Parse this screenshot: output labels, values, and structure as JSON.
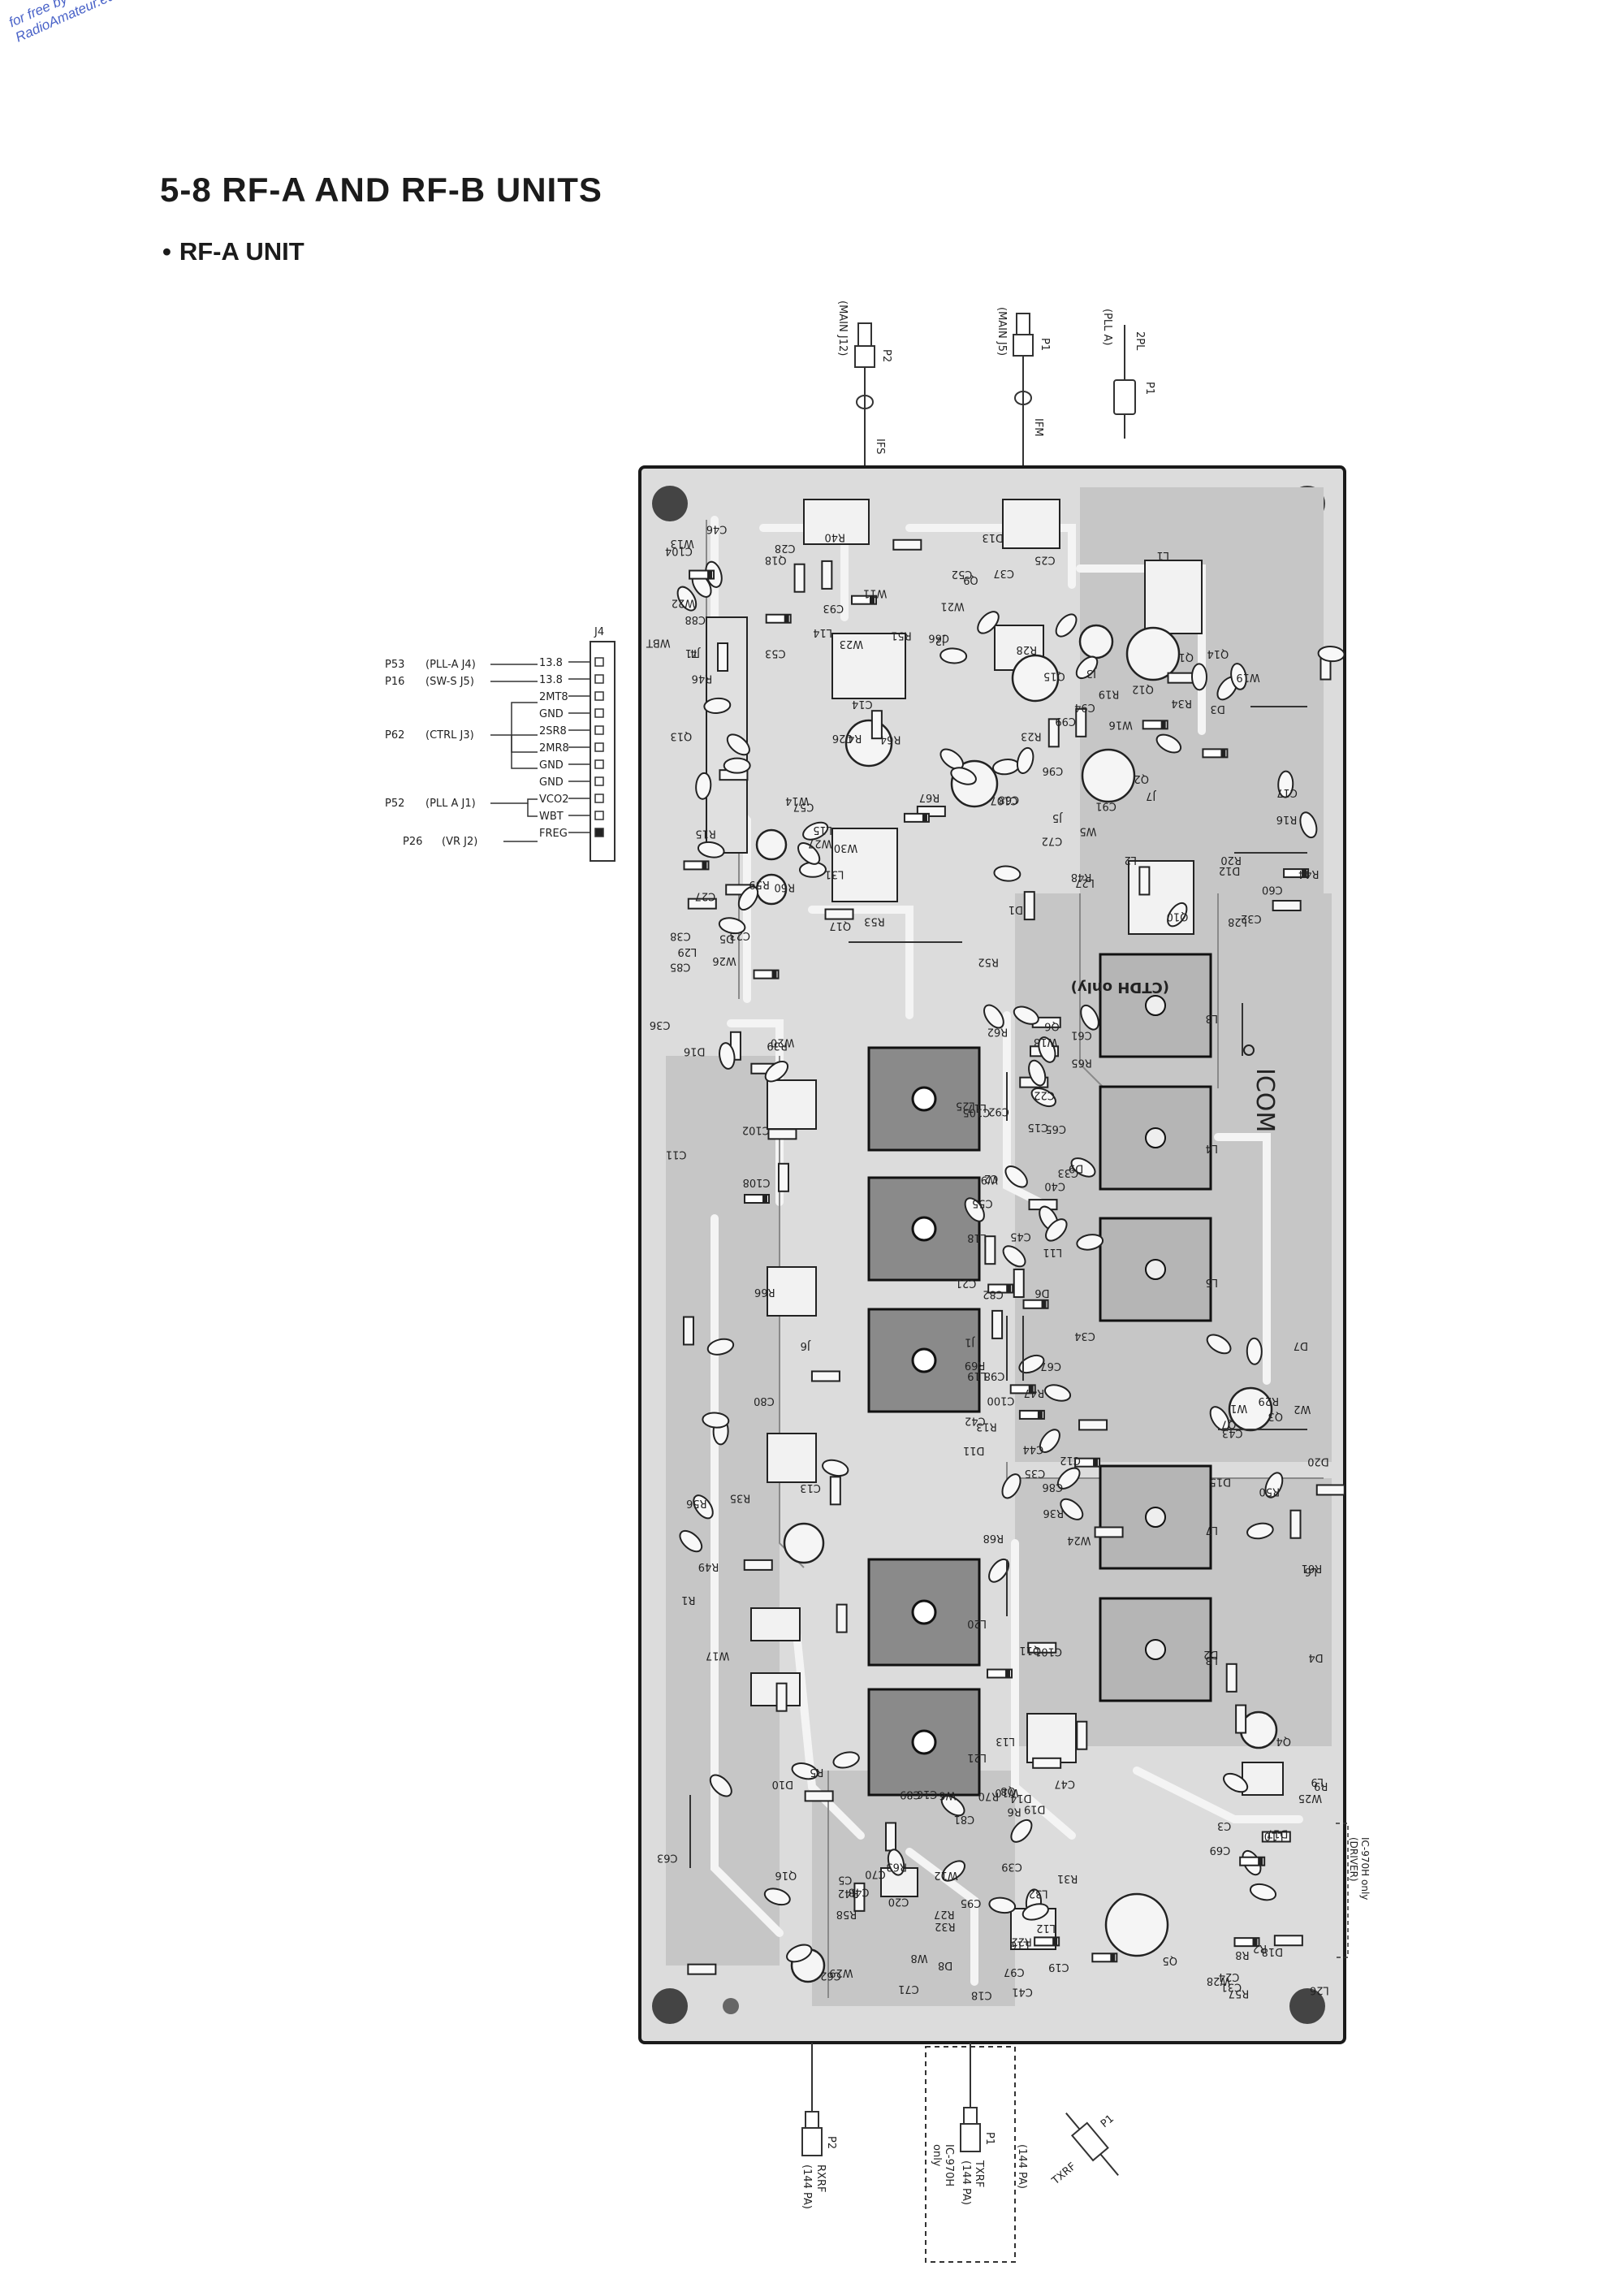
{
  "watermark": {
    "line1": "for free by",
    "line2": "RadioAmateur.eu"
  },
  "section": {
    "number": "5-8",
    "title": "RF-A AND RF-B UNITS"
  },
  "subsection": {
    "bullet": "•",
    "title": "RF-A UNIT"
  },
  "top_connectors": [
    {
      "plug": "P2",
      "dest": "(MAIN J12)",
      "signal": "IFS"
    },
    {
      "plug": "P1",
      "dest": "(MAIN J5)",
      "signal": "IFM"
    },
    {
      "plug": "P1",
      "dest": "(PLL A)",
      "signal": "2PL"
    }
  ],
  "j4": {
    "label": "J4",
    "pins": [
      "13.8",
      "13.8",
      "2MT8",
      "GND",
      "2SR8",
      "2MR8",
      "GND",
      "GND",
      "VCO2",
      "WBT",
      "FREG"
    ],
    "sources": [
      {
        "plug": "P53",
        "dest": "(PLL-A J4)"
      },
      {
        "plug": "P16",
        "dest": "(SW-S J5)"
      },
      {
        "plug": "P62",
        "dest": "(CTRL J3)"
      },
      {
        "plug": "P52",
        "dest": "(PLL A J1)"
      },
      {
        "plug": "P26",
        "dest": "(VR J2)"
      }
    ]
  },
  "board": {
    "logo": "ICOM",
    "stamp": "(CTDH only)",
    "connector_labels": [
      "J1",
      "J2",
      "J3",
      "J4",
      "J5",
      "J6",
      "J7"
    ],
    "coils": [
      "L1",
      "L2",
      "L3",
      "L4",
      "L5",
      "L6",
      "L7",
      "L8",
      "L9",
      "L10",
      "L11",
      "L12",
      "L13",
      "L14",
      "L15",
      "L16",
      "L17",
      "L18",
      "L19",
      "L20",
      "L21",
      "L25",
      "L26",
      "L27",
      "L28",
      "L29",
      "L31",
      "L32"
    ],
    "transistors": [
      "Q1",
      "Q2",
      "Q3",
      "Q4",
      "Q5",
      "Q6",
      "Q7",
      "Q8",
      "Q9",
      "Q10",
      "Q11",
      "Q12",
      "Q13",
      "Q14",
      "Q15",
      "Q16",
      "Q17",
      "Q18"
    ],
    "resistors": [
      "R1",
      "R2",
      "R4",
      "R5",
      "R6",
      "R8",
      "R9",
      "R13",
      "R15",
      "R16",
      "R19",
      "R20",
      "R22",
      "R23",
      "R27",
      "R28",
      "R29",
      "R31",
      "R32",
      "R34",
      "R35",
      "R36",
      "R39",
      "R40",
      "R42",
      "R44",
      "R46",
      "R47",
      "R48",
      "R49",
      "R50",
      "R51",
      "R52",
      "R53",
      "R56",
      "R57",
      "R58",
      "R59",
      "R60",
      "R61",
      "R62",
      "R63",
      "R64",
      "R65",
      "R66",
      "R67",
      "R68",
      "R69",
      "R70"
    ],
    "capacitors": [
      "C2",
      "C3",
      "C5",
      "C11",
      "C12",
      "C13",
      "C14",
      "C15",
      "C16",
      "C17",
      "C18",
      "C19",
      "C20",
      "C21",
      "C22",
      "C23",
      "C24",
      "C25",
      "C26",
      "C27",
      "C28",
      "C31",
      "C32",
      "C33",
      "C34",
      "C35",
      "C36",
      "C37",
      "C38",
      "C39",
      "C40",
      "C41",
      "C42",
      "C43",
      "C44",
      "C45",
      "C46",
      "C47",
      "C48",
      "C52",
      "C53",
      "C55",
      "C57",
      "C60",
      "C61",
      "C62",
      "C63",
      "C65",
      "C66",
      "C67",
      "C68",
      "C69",
      "C70",
      "C71",
      "C72",
      "C80",
      "C81",
      "C82",
      "C85",
      "C86",
      "C88",
      "C89",
      "C91",
      "C92",
      "C93",
      "C94",
      "C95",
      "C96",
      "C97",
      "C98",
      "C99",
      "C100",
      "C101",
      "C102",
      "C104",
      "C105",
      "C107",
      "C108"
    ],
    "diodes": [
      "D1",
      "D2",
      "D3",
      "D4",
      "D5",
      "D6",
      "D7",
      "D8",
      "D9",
      "D10",
      "D11",
      "D12",
      "D13",
      "D14",
      "D15",
      "D16",
      "D17",
      "D18",
      "D19",
      "D20"
    ],
    "jumpers": [
      "W1",
      "W2",
      "W5",
      "W6",
      "W8",
      "W9",
      "W10",
      "W11",
      "W12",
      "W13",
      "W14",
      "W16",
      "W17",
      "W18",
      "W19",
      "W20",
      "W21",
      "W22",
      "W23",
      "W24",
      "W25",
      "W26",
      "W27",
      "W28",
      "W29",
      "W30",
      "WBT"
    ],
    "other": [
      "T1"
    ]
  },
  "side_note": {
    "line1": "IC-970H only",
    "line2": "(DRIVER)"
  },
  "bottom_connectors": [
    {
      "plug": "P2",
      "signal": "RXRF",
      "dest": "(144 PA)"
    },
    {
      "plug": "P1",
      "signal": "TXRF",
      "dest": "(144 PA)",
      "note_line1": "IC-970H",
      "note_line2": "only"
    },
    {
      "plug": "P1",
      "signal": "TXRF",
      "dest": "(144 PA)"
    }
  ]
}
